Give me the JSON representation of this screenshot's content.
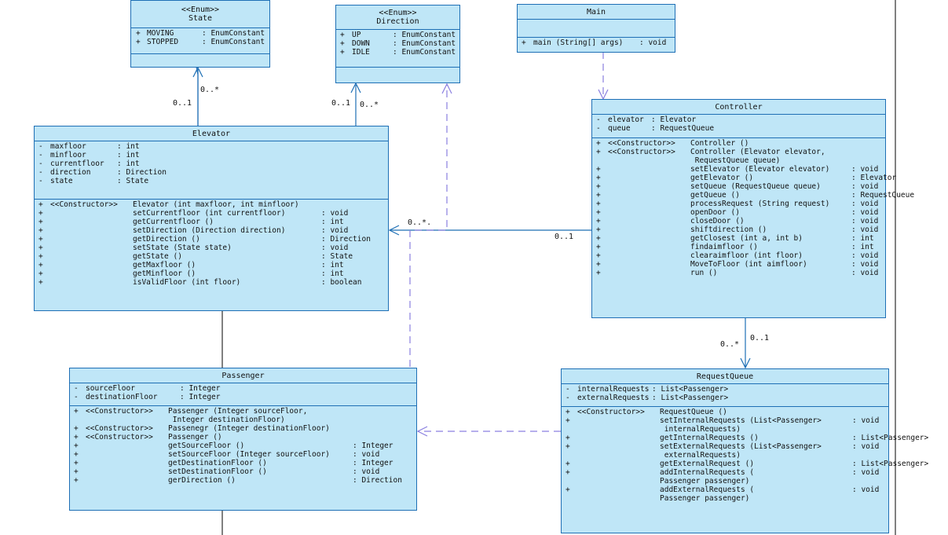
{
  "classes": {
    "state": {
      "stereotype": "<<Enum>>",
      "name": "State",
      "literals": [
        [
          "+",
          "MOVING",
          ": EnumConstant"
        ],
        [
          "+",
          "STOPPED",
          ": EnumConstant"
        ]
      ]
    },
    "direction": {
      "stereotype": "<<Enum>>",
      "name": "Direction",
      "literals": [
        [
          "+",
          "UP",
          ": EnumConstant"
        ],
        [
          "+",
          "DOWN",
          ": EnumConstant"
        ],
        [
          "+",
          "IDLE",
          ": EnumConstant"
        ]
      ]
    },
    "main": {
      "name": "Main",
      "operations": [
        [
          "+",
          "main (String[] args)",
          ": void"
        ]
      ]
    },
    "controller": {
      "name": "Controller",
      "attributes": [
        [
          "-",
          "elevator",
          ": Elevator"
        ],
        [
          "-",
          "queue",
          ": RequestQueue"
        ]
      ],
      "operations": [
        [
          "+",
          "<<Constructor>>",
          "Controller ()",
          ""
        ],
        [
          "+",
          "<<Constructor>>",
          "Controller (Elevator elevator,",
          ""
        ],
        [
          "",
          "",
          " RequestQueue queue)",
          ""
        ],
        [
          "+",
          "",
          "setElevator (Elevator elevator)",
          ": void"
        ],
        [
          "+",
          "",
          "getElevator ()",
          ": Elevator"
        ],
        [
          "+",
          "",
          "setQueue (RequestQueue queue)",
          ": void"
        ],
        [
          "+",
          "",
          "getQueue ()",
          ": RequestQueue"
        ],
        [
          "+",
          "",
          "processRequest (String request)",
          ": void"
        ],
        [
          "+",
          "",
          "openDoor ()",
          ": void"
        ],
        [
          "+",
          "",
          "closeDoor ()",
          ": void"
        ],
        [
          "+",
          "",
          "shiftdirection ()",
          ": void"
        ],
        [
          "+",
          "",
          "getClosest (int a, int b)",
          ": int"
        ],
        [
          "+",
          "",
          "findaimfloor ()",
          ": int"
        ],
        [
          "+",
          "",
          "clearaimfloor (int floor)",
          ": void"
        ],
        [
          "+",
          "",
          "MoveToFloor (int aimfloor)",
          ": void"
        ],
        [
          "+",
          "",
          "run ()",
          ": void"
        ]
      ]
    },
    "elevator": {
      "name": "Elevator",
      "attributes": [
        [
          "-",
          "maxfloor",
          ": int"
        ],
        [
          "-",
          "minfloor",
          ": int"
        ],
        [
          "-",
          "currentfloor",
          ": int"
        ],
        [
          "-",
          "direction",
          ": Direction"
        ],
        [
          "-",
          "state",
          ": State"
        ]
      ],
      "operations": [
        [
          "+",
          "<<Constructor>>",
          "Elevator (int maxfloor, int minfloor)",
          ""
        ],
        [
          "+",
          "",
          "setCurrentfloor (int currentfloor)",
          ": void"
        ],
        [
          "+",
          "",
          "getCurrentfloor ()",
          ": int"
        ],
        [
          "+",
          "",
          "setDirection (Direction direction)",
          ": void"
        ],
        [
          "+",
          "",
          "getDirection ()",
          ": Direction"
        ],
        [
          "+",
          "",
          "setState (State state)",
          ": void"
        ],
        [
          "+",
          "",
          "getState ()",
          ": State"
        ],
        [
          "+",
          "",
          "getMaxfloor ()",
          ": int"
        ],
        [
          "+",
          "",
          "getMinfloor ()",
          ": int"
        ],
        [
          "+",
          "",
          "isValidFloor (int floor)",
          ": boolean"
        ]
      ]
    },
    "passenger": {
      "name": "Passenger",
      "attributes": [
        [
          "-",
          "sourceFloor",
          ": Integer"
        ],
        [
          "-",
          "destinationFloor",
          ": Integer"
        ]
      ],
      "operations": [
        [
          "+",
          "<<Constructor>>",
          "Passenger (Integer sourceFloor,",
          ""
        ],
        [
          "",
          "",
          " Integer destinationFloor)",
          ""
        ],
        [
          "+",
          "<<Constructor>>",
          "Passenegr (Integer destinationFloor)",
          ""
        ],
        [
          "+",
          "<<Constructor>>",
          "Passenger ()",
          ""
        ],
        [
          "+",
          "",
          "getSourceFloor ()",
          ": Integer"
        ],
        [
          "+",
          "",
          "setSourceFloor (Integer sourceFloor)",
          ": void"
        ],
        [
          "+",
          "",
          "getDestinationFloor ()",
          ": Integer"
        ],
        [
          "+",
          "",
          "setDestinationFloor ()",
          ": void"
        ],
        [
          "+",
          "",
          "gerDirection ()",
          ": Direction"
        ]
      ]
    },
    "requestqueue": {
      "name": "RequestQueue",
      "attributes": [
        [
          "-",
          "internalRequests",
          ": List<Passenger>"
        ],
        [
          "-",
          "externalRequests",
          ": List<Passenger>"
        ]
      ],
      "operations": [
        [
          "+",
          "<<Constructor>>",
          "RequestQueue ()",
          ""
        ],
        [
          "+",
          "",
          "setInternalRequests (List<Passenger>",
          ": void"
        ],
        [
          "",
          "",
          " internalRequests)",
          ""
        ],
        [
          "+",
          "",
          "getInternalRequests ()",
          ": List<Passenger>"
        ],
        [
          "+",
          "",
          "setExternalRequests (List<Passenger>",
          ": void"
        ],
        [
          "",
          "",
          " externalRequests)",
          ""
        ],
        [
          "+",
          "",
          "getExternalRequest ()",
          ": List<Passenger>"
        ],
        [
          "+",
          "",
          "addInternalRequests (",
          ": void"
        ],
        [
          "",
          "",
          "Passenger passenger)",
          ""
        ],
        [
          "+",
          "",
          "addExternalRequests (",
          ": void"
        ],
        [
          "",
          "",
          "Passenger passenger)",
          ""
        ]
      ]
    }
  },
  "multiplicities": {
    "elevator_state_near": "0..1",
    "elevator_state_far": "0..*",
    "elevator_direction_near": "0..1",
    "elevator_direction_far": "0..*",
    "controller_elevator_target": "0..*.",
    "controller_elevator_source": "0..1",
    "controller_queue_target": "0..*",
    "controller_queue_source": "0..1"
  },
  "colors": {
    "line": "#1e6fb5",
    "fill": "#bfe6f7",
    "dependency": "#8a7fe0"
  }
}
